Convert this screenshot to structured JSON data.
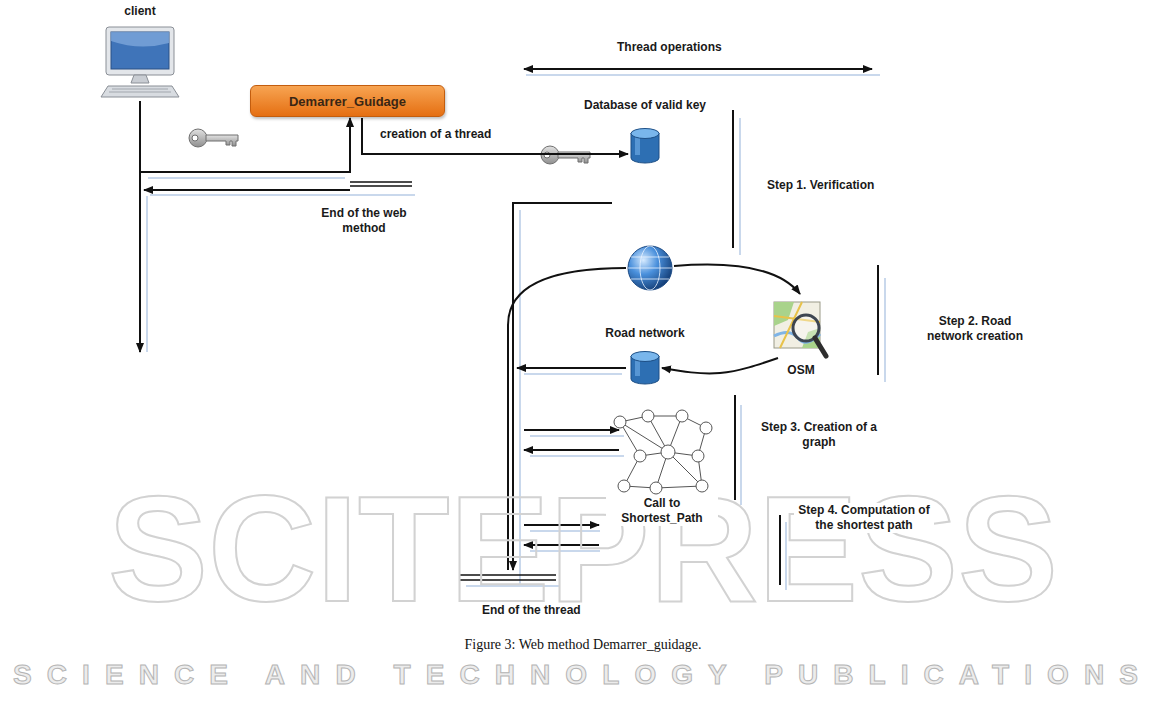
{
  "diagram": {
    "caption": "Figure 3: Web method Demarrer_guidage.",
    "nodes": [
      {
        "text": [
          "client"
        ]
      },
      {
        "text": [
          "Demarrer_Guidage"
        ]
      },
      {
        "text": [
          "Database of valid key"
        ]
      },
      {
        "text": [
          "OSM"
        ]
      },
      {
        "text": [
          "Road network"
        ]
      }
    ],
    "edges": [
      {
        "from": 0,
        "to": 1,
        "arrow": "to"
      },
      {
        "from": 1,
        "to": 2,
        "label": "creation of a thread",
        "arrow": "to"
      },
      {
        "from": 3,
        "to": 4,
        "arrow": "to"
      }
    ],
    "labels": [
      "Thread operations",
      "Step 1. Verification",
      "End of the web method",
      "Step 2. Road network creation",
      "Step 3. Creation of a graph",
      "Call to Shortest_Path",
      "Step 4. Computation of the shortest path",
      "End of the thread",
      "SCITEPRESS",
      "SCIENCE AND TECHNOLOGY PUBLICATIONS"
    ]
  }
}
